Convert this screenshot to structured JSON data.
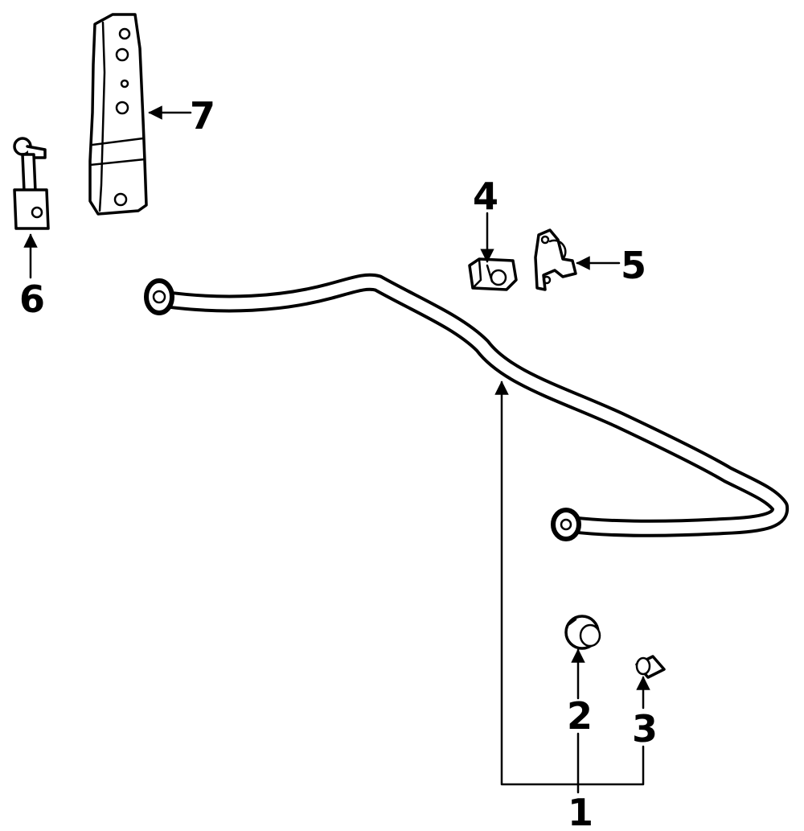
{
  "callouts": {
    "c1": "1",
    "c2": "2",
    "c3": "3",
    "c4": "4",
    "c5": "5",
    "c6": "6",
    "c7": "7"
  },
  "colors": {
    "ink": "#000000",
    "background": "#ffffff"
  }
}
